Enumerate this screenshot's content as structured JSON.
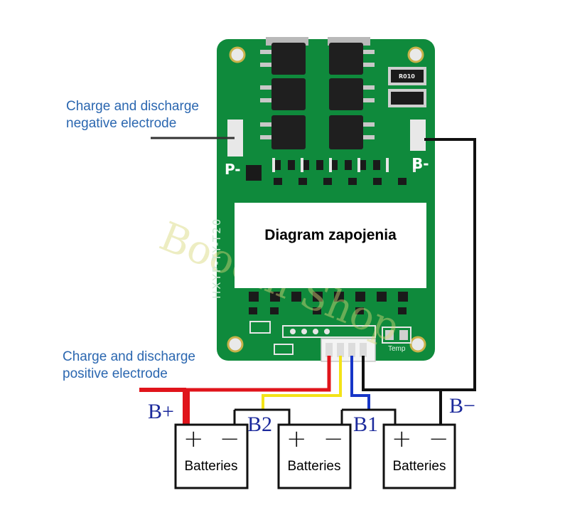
{
  "callouts": {
    "negative": [
      "Charge and discharge",
      "negative electrode"
    ],
    "positive": [
      "Charge and discharge",
      "positive electrode"
    ]
  },
  "overlay_title": "Diagram zapojenia",
  "watermark": "Booom Shop",
  "pcb": {
    "model_text": "HXYP-TY-T20",
    "p_minus": "P-",
    "b_minus": "B-",
    "temp_label": "Temp",
    "resistor_marking": "R010"
  },
  "terminals": {
    "b_plus": "B+",
    "b2": "B2",
    "b1": "B1",
    "b_minus": "B−"
  },
  "batteries": [
    {
      "label": "Batteries",
      "plus": "+",
      "minus": "−"
    },
    {
      "label": "Batteries",
      "plus": "+",
      "minus": "−"
    },
    {
      "label": "Batteries",
      "plus": "+",
      "minus": "−"
    }
  ],
  "colors": {
    "pcb": "#0f8a3c",
    "wire_red": "#e0141b",
    "wire_yellow": "#f3e317",
    "wire_blue": "#1736c8",
    "wire_black": "#111111",
    "label_blue": "#2b67b0"
  }
}
